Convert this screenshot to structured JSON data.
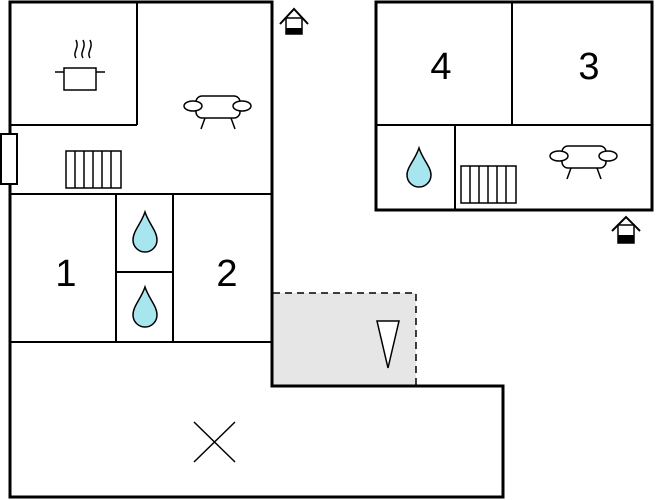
{
  "floorplan": {
    "rooms": [
      {
        "label": "1"
      },
      {
        "label": "2"
      },
      {
        "label": "3"
      },
      {
        "label": "4"
      }
    ],
    "icons": {
      "kitchen": "cooking-pot-icon",
      "sofa": "sofa-icon",
      "radiator": "radiator-icon",
      "bathroom": "water-drop-icon",
      "entrance": "house-entrance-icon",
      "bedroom_symbol": "cross-icon",
      "terrace_marker": "triangle-icon"
    },
    "colors": {
      "water_drop": "#a8e6ef",
      "terrace_fill": "#e6e6e6",
      "wall": "#000000"
    }
  }
}
